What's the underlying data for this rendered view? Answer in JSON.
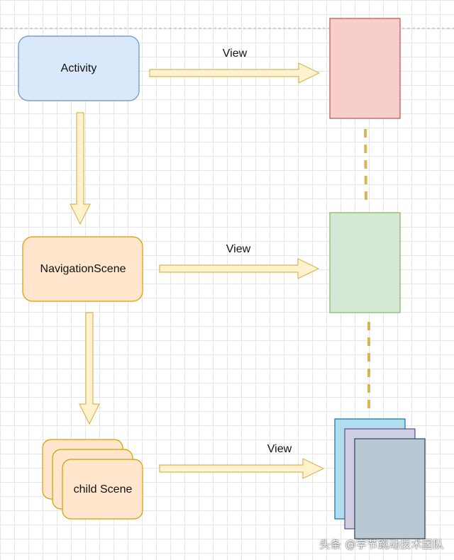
{
  "nodes": {
    "activity": {
      "label": "Activity"
    },
    "navigation_scene": {
      "label": "NavigationScene"
    },
    "child_scene": {
      "label": "child Scene"
    }
  },
  "edges": {
    "activity_view": {
      "label": "View"
    },
    "navigation_view": {
      "label": "View"
    },
    "child_view": {
      "label": "View"
    }
  },
  "colors": {
    "activity_fill": "#dae8fc",
    "activity_stroke": "#6c8ebf",
    "scene_fill": "#ffe6cc",
    "scene_stroke": "#d79b00",
    "arrow_fill": "#fff2cc",
    "arrow_stroke": "#d6b656",
    "view_red_fill": "#f8cecc",
    "view_red_stroke": "#b85450",
    "view_green_fill": "#d5e8d4",
    "view_green_stroke": "#82b366",
    "view_blue_fill": "#b1ddf0",
    "view_blue_stroke": "#10739e",
    "view_purple_fill": "#d0cee2",
    "view_purple_stroke": "#56517e",
    "view_gray_fill": "#bac8d3",
    "view_gray_stroke": "#23445d",
    "dashed_connector": "#d6b656"
  },
  "watermark": {
    "text": "头条 @字节跳动技术团队"
  }
}
